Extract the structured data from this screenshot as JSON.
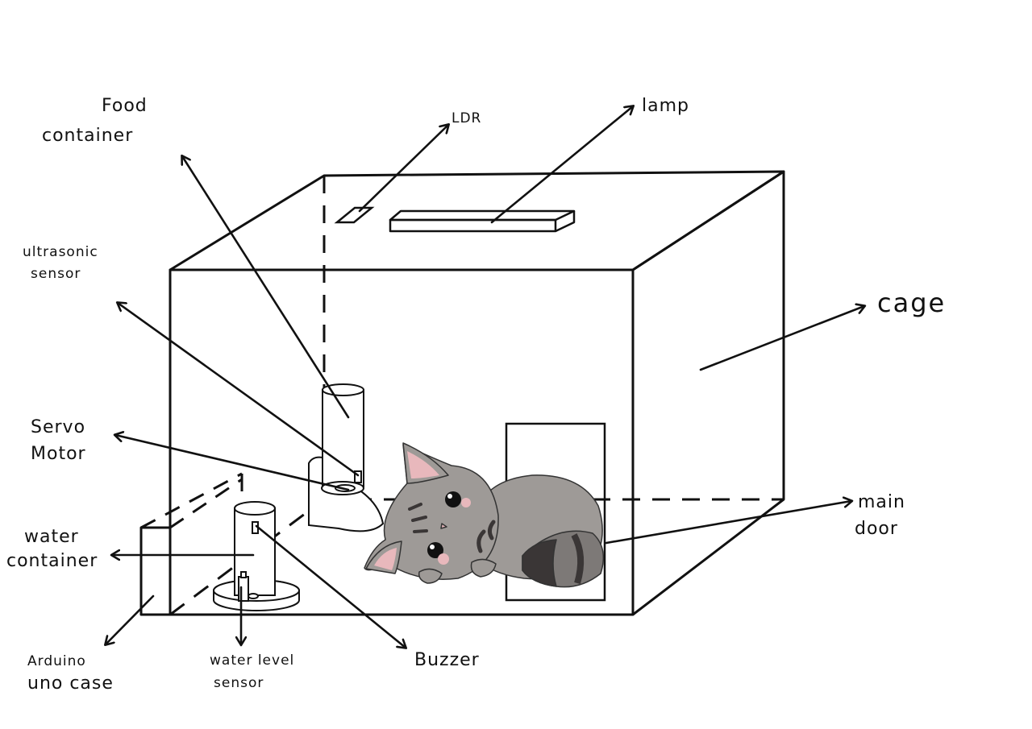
{
  "labels": {
    "food_container_1": "Food",
    "food_container_2": "container",
    "ldr": "LDR",
    "lamp": "lamp",
    "ultrasonic_1": "ultrasonic",
    "ultrasonic_2": "sensor",
    "cage": "cage",
    "servo_1": "Servo",
    "servo_2": "Motor",
    "main_door_1": "main",
    "main_door_2": "door",
    "water_container_1": "water",
    "water_container_2": "container",
    "arduino_1": "Arduino",
    "arduino_2": "uno case",
    "water_level_1": "water level",
    "water_level_2": "sensor",
    "buzzer": "Buzzer"
  },
  "colors": {
    "ink": "#111111",
    "cat_fur": "#9e9a97",
    "cat_dark": "#3a3636",
    "cat_pink": "#e8b8bc"
  }
}
